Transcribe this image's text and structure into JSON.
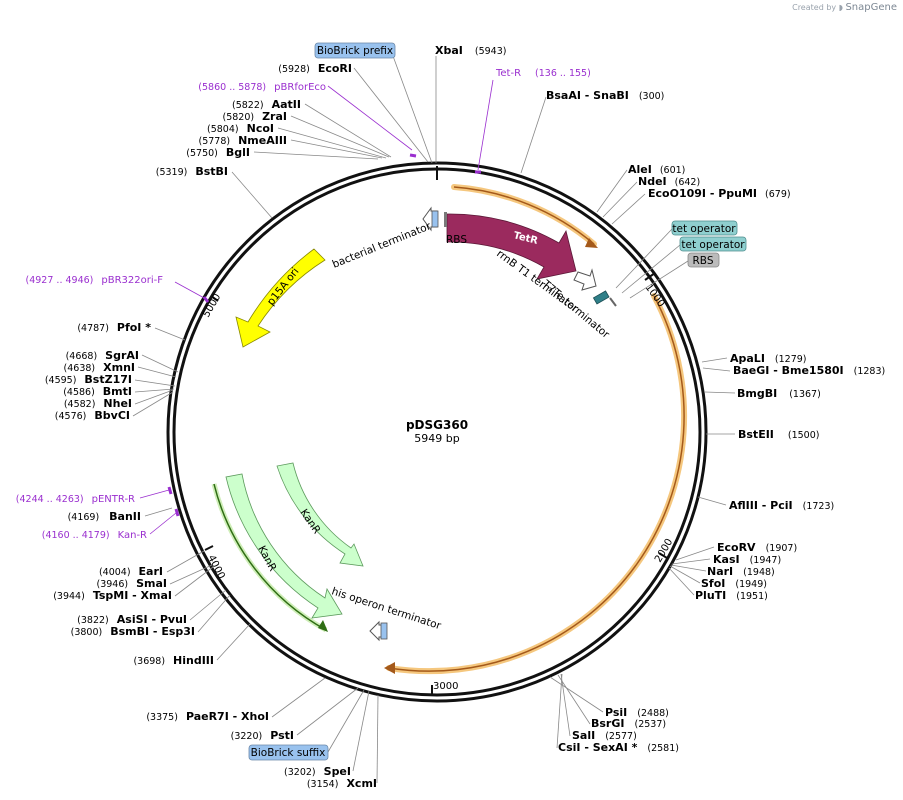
{
  "brand": {
    "prefix": "Created by",
    "name": "SnapGene"
  },
  "plasmid": {
    "name": "pDSG360",
    "length_label": "5949 bp",
    "length": 5949
  },
  "ticks": [
    {
      "label": "1000",
      "pos": 1000
    },
    {
      "label": "2000",
      "pos": 2000
    },
    {
      "label": "3000",
      "pos": 3000
    },
    {
      "label": "4000",
      "pos": 4000
    },
    {
      "label": "5000",
      "pos": 5000
    }
  ],
  "sites": [
    {
      "name": "XbaI",
      "pos_text": "(5943)"
    },
    {
      "name": "EcoRI",
      "pos_text": "(5928)"
    },
    {
      "name": "BsaAI   - SnaBI",
      "pos_text": "(300)"
    },
    {
      "name": "AatII",
      "pos_text": "(5822)"
    },
    {
      "name": "ZraI",
      "pos_text": "(5820)"
    },
    {
      "name": "NcoI",
      "pos_text": "(5804)"
    },
    {
      "name": "NmeAIII",
      "pos_text": "(5778)"
    },
    {
      "name": "BglI",
      "pos_text": "(5750)"
    },
    {
      "name": "BstBI",
      "pos_text": "(5319)"
    },
    {
      "name": "AleI",
      "pos_text": "(601)"
    },
    {
      "name": "NdeI",
      "pos_text": "(642)"
    },
    {
      "name": "EcoO109I   - PpuMI",
      "pos_text": "(679)"
    },
    {
      "name": "PfoI *",
      "pos_text": "(4787)"
    },
    {
      "name": "SgrAI",
      "pos_text": "(4668)"
    },
    {
      "name": "XmnI",
      "pos_text": "(4638)"
    },
    {
      "name": "BstZ17I",
      "pos_text": "(4595)"
    },
    {
      "name": "BmtI",
      "pos_text": "(4586)"
    },
    {
      "name": "NheI",
      "pos_text": "(4582)"
    },
    {
      "name": "BbvCI",
      "pos_text": "(4576)"
    },
    {
      "name": "ApaLI",
      "pos_text": "(1279)"
    },
    {
      "name": "BaeGI   - Bme1580I",
      "pos_text": "(1283)"
    },
    {
      "name": "BmgBI",
      "pos_text": "(1367)"
    },
    {
      "name": "BstEII",
      "pos_text": "(1500)"
    },
    {
      "name": "AflIII   - PciI",
      "pos_text": "(1723)"
    },
    {
      "name": "BanII",
      "pos_text": "(4169)"
    },
    {
      "name": "EcoRV",
      "pos_text": "(1907)"
    },
    {
      "name": "KasI",
      "pos_text": "(1947)"
    },
    {
      "name": "NarI",
      "pos_text": "(1948)"
    },
    {
      "name": "SfoI",
      "pos_text": "(1949)"
    },
    {
      "name": "PluTI",
      "pos_text": "(1951)"
    },
    {
      "name": "EarI",
      "pos_text": "(4004)"
    },
    {
      "name": "SmaI",
      "pos_text": "(3946)"
    },
    {
      "name": "TspMI   - XmaI",
      "pos_text": "(3944)"
    },
    {
      "name": "AsiSI   - PvuI",
      "pos_text": "(3822)"
    },
    {
      "name": "BsmBI   - Esp3I",
      "pos_text": "(3800)"
    },
    {
      "name": "HindIII",
      "pos_text": "(3698)"
    },
    {
      "name": "PaeR7I   - XhoI",
      "pos_text": "(3375)"
    },
    {
      "name": "PstI",
      "pos_text": "(3220)"
    },
    {
      "name": "SpeI",
      "pos_text": "(3202)"
    },
    {
      "name": "XcmI",
      "pos_text": "(3154)"
    },
    {
      "name": "PsiI",
      "pos_text": "(2488)"
    },
    {
      "name": "BsrGI",
      "pos_text": "(2537)"
    },
    {
      "name": "SalI",
      "pos_text": "(2577)"
    },
    {
      "name": "CsiI   - SexAI *",
      "pos_text": "(2581)"
    }
  ],
  "primers": [
    {
      "name": "Tet-R",
      "range": "(136 .. 155)"
    },
    {
      "name": "pBRforEco",
      "range": "(5860 .. 5878)"
    },
    {
      "name": "pBR322ori-F",
      "range": "(4927 .. 4946)"
    },
    {
      "name": "pENTR-R",
      "range": "(4244 .. 4263)"
    },
    {
      "name": "Kan-R",
      "range": "(4160 .. 4179)"
    }
  ],
  "features": {
    "tetr": "TetR",
    "p15a": "p15A ori",
    "kanr_1": "KanR",
    "kanr_2": "KanR",
    "rbs_1": "RBS",
    "bact_term": "bacterial terminator",
    "rrnb": "rrnB T1 terminator",
    "t7te": "T7Te terminator",
    "his_term": "his operon terminator"
  },
  "boxes": {
    "biobrick_prefix": "BioBrick prefix",
    "biobrick_suffix": "BioBrick suffix",
    "tet_op_1": "tet operator",
    "tet_op_2": "tet operator",
    "rbs_2": "RBS"
  },
  "colors": {
    "tetr": "#9b2a5e",
    "p15a": "#ffff00",
    "kanr": "#ccffcc",
    "orf_highlight": "#f5c77e",
    "orf_line": "#a4591a",
    "primer": "#9a2fcf",
    "box_blue": "#99c2ee",
    "box_teal": "#8fcfcf",
    "box_gray": "#bbbbbb"
  }
}
